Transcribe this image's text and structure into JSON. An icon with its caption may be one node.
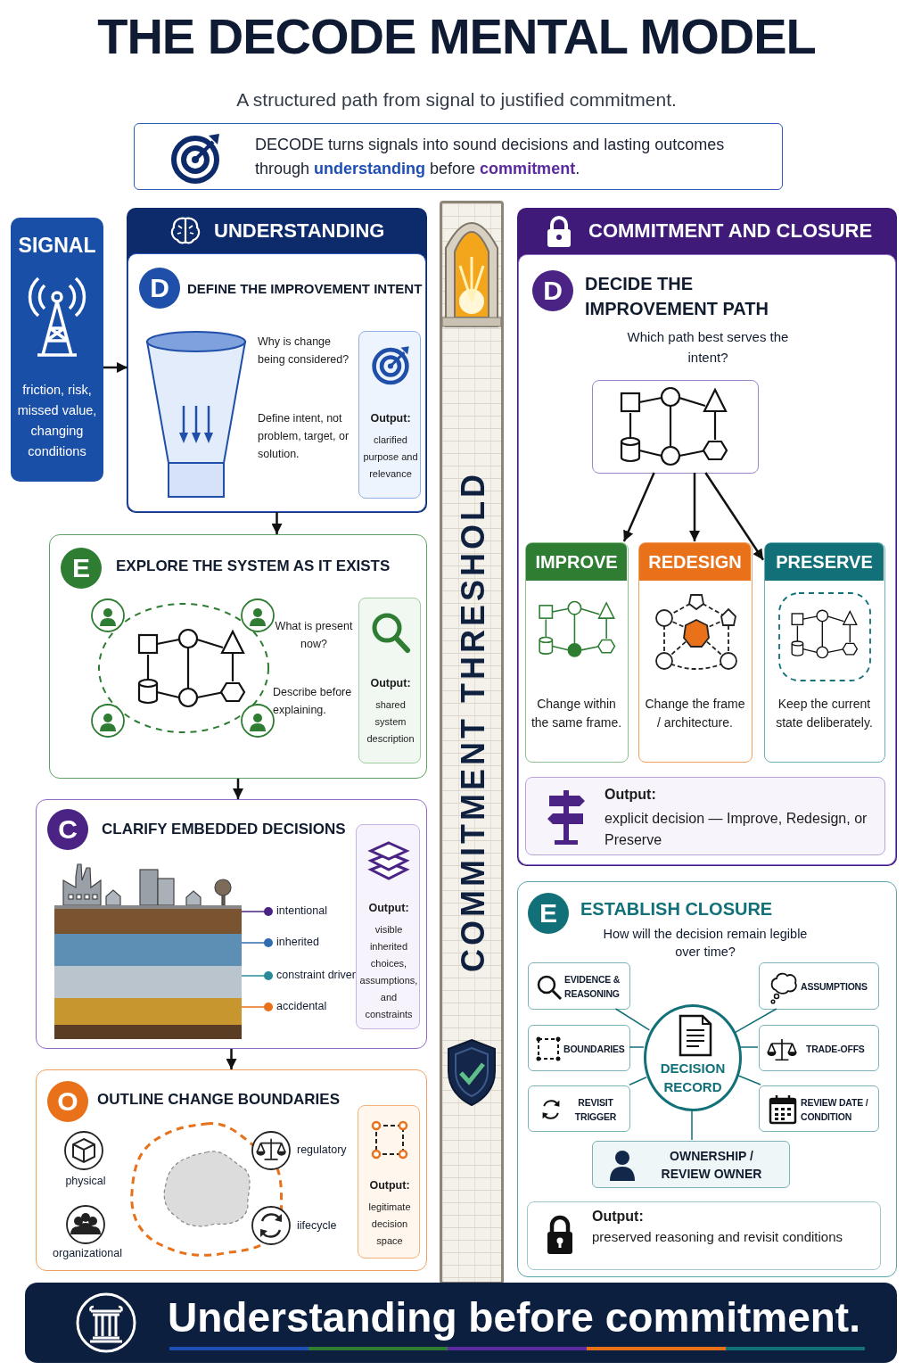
{
  "diagram": {
    "title": "THE DECODE MENTAL MODEL",
    "nodes": [
      {
        "text": [
          "DECODE turns signals into sound decisions and lasting outcomes through **understanding** before **commitment**."
        ]
      },
      {
        "text": [
          "SIGNAL",
          "friction, risk, missed value, changing conditions"
        ]
      },
      {
        "text": [
          "UNDERSTANDING"
        ]
      },
      {
        "text": [
          "D",
          "DEFINE THE IMPROVEMENT INTENT",
          "Why is change being considered?",
          "Define intent, not problem, target, or solution."
        ],
        "in": 2
      },
      {
        "text": [
          "Output:",
          "clarified purpose and relevance"
        ],
        "in": 3
      },
      {
        "text": [
          "E",
          "EXPLORE THE SYSTEM AS IT EXISTS",
          "What is present now?",
          "Describe before explaining."
        ]
      },
      {
        "text": [
          "Output:",
          "shared system description"
        ],
        "in": 5
      },
      {
        "text": [
          "C",
          "CLARIFY EMBEDDED DECISIONS",
          "intentional",
          "inherited",
          "constraint driven",
          "accidental"
        ]
      },
      {
        "text": [
          "Output:",
          "visible inherited choices, assumptions, and constraints"
        ],
        "in": 7
      },
      {
        "text": [
          "O",
          "OUTLINE CHANGE BOUNDARIES",
          "physical",
          "organizational",
          "regulatory",
          "iifecycle"
        ]
      },
      {
        "text": [
          "Output:",
          "legitimate decision space"
        ],
        "in": 9
      },
      {
        "text": [
          "COMMITMENT THRESHOLD"
        ]
      },
      {
        "text": [
          "COMMITMENT AND CLOSURE"
        ]
      },
      {
        "text": [
          "D",
          "DECIDE THE IMPROVEMENT PATH",
          "Which path best serves the intent?"
        ],
        "in": 12
      },
      {
        "text": [],
        "shape": "picture",
        "in": 13
      },
      {
        "text": [
          "IMPROVE",
          "Change within the same frame."
        ],
        "in": 13
      },
      {
        "text": [
          "REDESIGN",
          "Change the frame / architecture."
        ],
        "in": 13
      },
      {
        "text": [
          "PRESERVE",
          "Keep the current state deliberately."
        ],
        "in": 13
      },
      {
        "text": [
          "Output:",
          "explicit decision — Improve, Redesign, or Preserve"
        ],
        "in": 13
      },
      {
        "text": [
          "E",
          "ESTABLISH CLOSURE",
          "How will the decision remain legible over time?"
        ]
      },
      {
        "text": [
          "DECISION RECORD"
        ],
        "in": 19
      },
      {
        "text": [
          "EVIDENCE & REASONING"
        ],
        "in": 19
      },
      {
        "text": [
          "BOUNDARIES"
        ],
        "in": 19
      },
      {
        "text": [
          "REVISIT TRIGGER"
        ],
        "in": 19
      },
      {
        "text": [
          "ASSUMPTIONS"
        ],
        "in": 19
      },
      {
        "text": [
          "TRADE-OFFS"
        ],
        "in": 19
      },
      {
        "text": [
          "REVIEW DATE / CONDITION"
        ],
        "in": 19
      },
      {
        "text": [
          "OWNERSHIP / REVIEW OWNER"
        ],
        "in": 19
      },
      {
        "text": [
          "Output:",
          "preserved reasoning and revisit conditions"
        ],
        "in": 19
      },
      {
        "text": [
          "Understanding before commitment."
        ]
      }
    ],
    "edges": [
      {
        "from": 1,
        "to": 3,
        "arrow": "to"
      },
      {
        "from": 3,
        "to": 5,
        "arrow": "to"
      },
      {
        "from": 5,
        "to": 7,
        "arrow": "to"
      },
      {
        "from": 7,
        "to": 9,
        "arrow": "to"
      },
      {
        "from": 14,
        "to": 15,
        "arrow": "to"
      },
      {
        "from": 14,
        "to": 16,
        "arrow": "to"
      },
      {
        "from": 14,
        "to": 17,
        "arrow": "to"
      },
      {
        "from": 20,
        "to": 21,
        "arrow": "none",
        "color": "#127078"
      },
      {
        "from": 20,
        "to": 24,
        "arrow": "none",
        "color": "#127078"
      },
      {
        "from": 20,
        "to": 22,
        "arrow": "none",
        "color": "#127078"
      },
      {
        "from": 20,
        "to": 25,
        "arrow": "none",
        "color": "#127078"
      },
      {
        "from": 20,
        "to": 23,
        "arrow": "none",
        "color": "#127078"
      },
      {
        "from": 20,
        "to": 26,
        "arrow": "none",
        "color": "#127078"
      },
      {
        "from": 20,
        "to": 27,
        "arrow": "none",
        "color": "#127078"
      }
    ],
    "labels": [
      "A structured path from signal to justified commitment."
    ]
  }
}
